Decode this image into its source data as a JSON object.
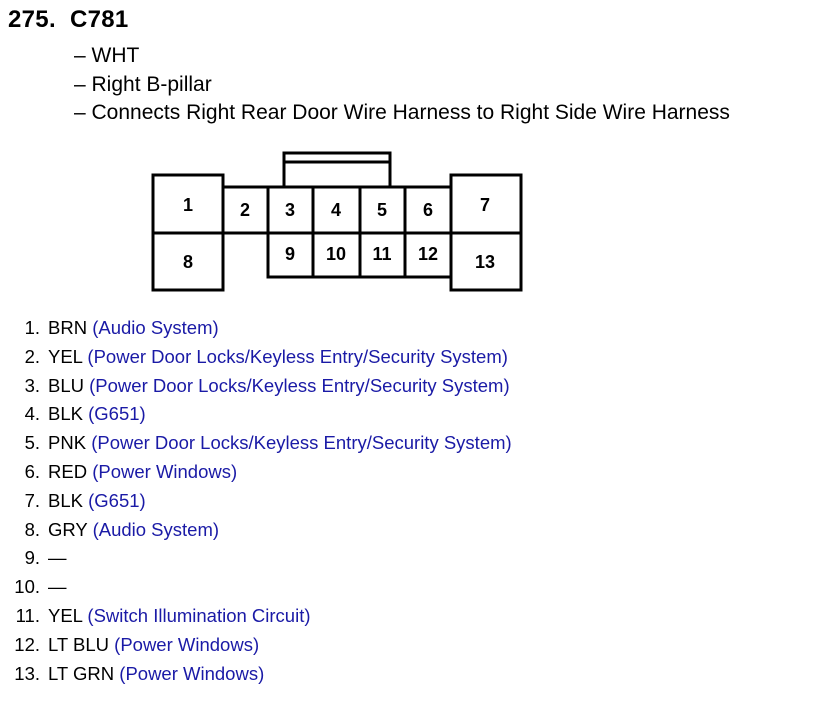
{
  "connector": {
    "number": "275.",
    "id": "C781",
    "details": [
      "– WHT",
      "– Right B-pillar",
      "– Connects Right Rear Door Wire Harness to Right Side Wire Harness"
    ]
  },
  "diagram_pins": [
    "1",
    "2",
    "3",
    "4",
    "5",
    "6",
    "7",
    "8",
    "9",
    "10",
    "11",
    "12",
    "13"
  ],
  "pins": [
    {
      "index": "1.",
      "color": "BRN",
      "circuit": "(Audio System)"
    },
    {
      "index": "2.",
      "color": "YEL",
      "circuit": "(Power Door Locks/Keyless Entry/Security System)"
    },
    {
      "index": "3.",
      "color": "BLU",
      "circuit": "(Power Door Locks/Keyless Entry/Security System)"
    },
    {
      "index": "4.",
      "color": "BLK",
      "circuit": "(G651)"
    },
    {
      "index": "5.",
      "color": "PNK",
      "circuit": "(Power Door Locks/Keyless Entry/Security System)"
    },
    {
      "index": "6.",
      "color": "RED",
      "circuit": "(Power Windows)"
    },
    {
      "index": "7.",
      "color": "BLK",
      "circuit": "(G651)"
    },
    {
      "index": "8.",
      "color": "GRY",
      "circuit": "(Audio System)"
    },
    {
      "index": "9.",
      "color": "—",
      "circuit": ""
    },
    {
      "index": "10.",
      "color": "—",
      "circuit": ""
    },
    {
      "index": "11.",
      "color": "YEL",
      "circuit": "(Switch Illumination Circuit)"
    },
    {
      "index": "12.",
      "color": "LT BLU",
      "circuit": "(Power Windows)"
    },
    {
      "index": "13.",
      "color": "LT GRN",
      "circuit": "(Power Windows)"
    }
  ],
  "colors": {
    "circuit_text": "#1a1aa6",
    "line": "#000000"
  }
}
